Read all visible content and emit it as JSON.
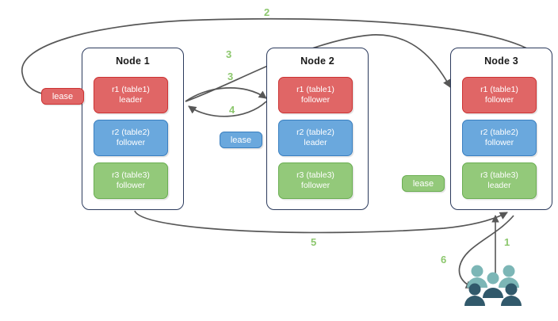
{
  "diagram": {
    "title": "Multi-raft lease / request routing diagram",
    "colors": {
      "red": "#e06666",
      "red_border": "#cc3333",
      "blue": "#6aa8dd",
      "blue_border": "#3a7fc0",
      "green": "#93c97a",
      "green_border": "#6aae52",
      "node_border": "#2b3a5c",
      "arrow": "#575757",
      "step_label": "#8cc76d",
      "users_light": "#7cb6b6",
      "users_dark": "#31596b",
      "background": "#ffffff"
    },
    "nodes": [
      {
        "id": "node1",
        "title": "Node 1",
        "replicas": [
          {
            "name": "r1 (table1)",
            "role": "leader",
            "color": "red"
          },
          {
            "name": "r2 (table2)",
            "role": "follower",
            "color": "blue"
          },
          {
            "name": "r3 (table3)",
            "role": "follower",
            "color": "green"
          }
        ]
      },
      {
        "id": "node2",
        "title": "Node 2",
        "replicas": [
          {
            "name": "r1 (table1)",
            "role": "follower",
            "color": "red"
          },
          {
            "name": "r2 (table2)",
            "role": "leader",
            "color": "blue"
          },
          {
            "name": "r3 (table3)",
            "role": "follower",
            "color": "green"
          }
        ]
      },
      {
        "id": "node3",
        "title": "Node 3",
        "replicas": [
          {
            "name": "r1 (table1)",
            "role": "follower",
            "color": "red"
          },
          {
            "name": "r2 (table2)",
            "role": "follower",
            "color": "blue"
          },
          {
            "name": "r3 (table3)",
            "role": "leader",
            "color": "green"
          }
        ]
      }
    ],
    "leases": [
      {
        "id": "lease-r1",
        "label": "lease",
        "color": "red"
      },
      {
        "id": "lease-r2",
        "label": "lease",
        "color": "blue"
      },
      {
        "id": "lease-r3",
        "label": "lease",
        "color": "green"
      }
    ],
    "steps": [
      {
        "id": "step-1",
        "label": "1",
        "from": "clients",
        "to": "node3"
      },
      {
        "id": "step-2",
        "label": "2",
        "from": "node3",
        "to": "lease-r1"
      },
      {
        "id": "step-3a",
        "label": "3",
        "from": "node1-r1",
        "to": "node3-r1"
      },
      {
        "id": "step-3b",
        "label": "3",
        "from": "node1-r1",
        "to": "node2-r1"
      },
      {
        "id": "step-4",
        "label": "4",
        "from": "node2-r1",
        "to": "node1-r1"
      },
      {
        "id": "step-5",
        "label": "5",
        "from": "node1",
        "to": "node3"
      },
      {
        "id": "step-6",
        "label": "6",
        "from": "node3",
        "to": "clients"
      }
    ],
    "clients": {
      "id": "clients",
      "icon": "users-group-icon",
      "label": ""
    }
  }
}
